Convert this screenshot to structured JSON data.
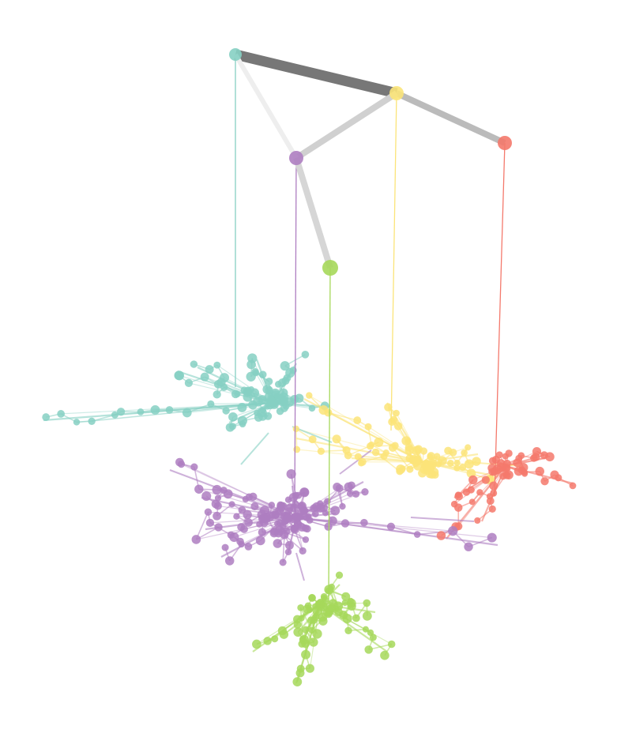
{
  "diagram": {
    "type": "hierarchical-community-graph",
    "communities": [
      {
        "id": "teal",
        "color": "#86d0c3",
        "cluster_node_count": 78
      },
      {
        "id": "yellow",
        "color": "#fbe479",
        "cluster_node_count": 64
      },
      {
        "id": "red",
        "color": "#f4796c",
        "cluster_node_count": 42
      },
      {
        "id": "purple",
        "color": "#ae7ec1",
        "cluster_node_count": 120
      },
      {
        "id": "green",
        "color": "#a6d85a",
        "cluster_node_count": 60
      }
    ],
    "meta_edges": [
      {
        "from": "teal",
        "to": "yellow",
        "color": "#777777",
        "weight": "heavy"
      },
      {
        "from": "yellow",
        "to": "red",
        "color": "#bbbbbb",
        "weight": "medium"
      },
      {
        "from": "yellow",
        "to": "purple",
        "color": "#d0d0d0",
        "weight": "medium"
      },
      {
        "from": "teal",
        "to": "purple",
        "color": "#eeeeee",
        "weight": "light"
      },
      {
        "from": "purple",
        "to": "green",
        "color": "#d6d6d6",
        "weight": "medium"
      }
    ]
  }
}
